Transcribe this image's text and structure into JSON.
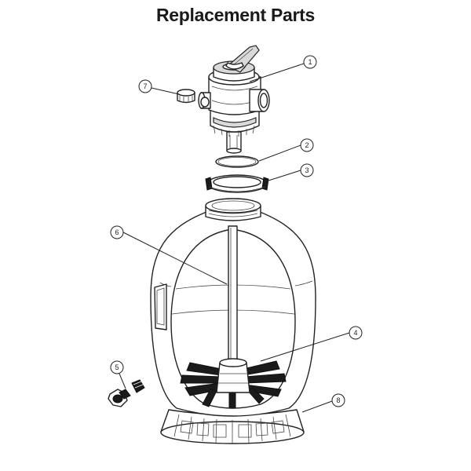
{
  "title": "Replacement Parts",
  "callouts": [
    {
      "id": "callout-1",
      "label": "1"
    },
    {
      "id": "callout-2",
      "label": "2"
    },
    {
      "id": "callout-3",
      "label": "3"
    },
    {
      "id": "callout-4",
      "label": "4"
    },
    {
      "id": "callout-5",
      "label": "5"
    },
    {
      "id": "callout-6",
      "label": "6"
    },
    {
      "id": "callout-7",
      "label": "7"
    },
    {
      "id": "callout-8",
      "label": "8"
    }
  ],
  "colors": {
    "line": "#222222",
    "background": "#ffffff"
  }
}
